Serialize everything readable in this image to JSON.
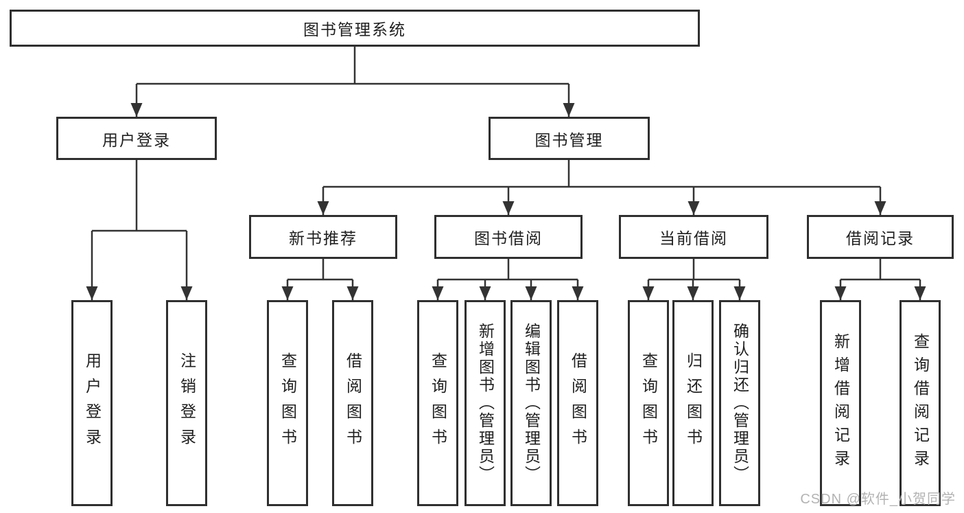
{
  "diagram": {
    "type": "tree",
    "orientation": "top-down",
    "tree": {
      "label": "图书管理系统",
      "children": [
        {
          "label": "用户登录",
          "children": [
            {
              "label": "用户登录"
            },
            {
              "label": "注销登录"
            }
          ]
        },
        {
          "label": "图书管理",
          "children": [
            {
              "label": "新书推荐",
              "children": [
                {
                  "label": "查询图书"
                },
                {
                  "label": "借阅图书"
                }
              ]
            },
            {
              "label": "图书借阅",
              "children": [
                {
                  "label": "查询图书"
                },
                {
                  "label": "新增图书（管理员）"
                },
                {
                  "label": "编辑图书（管理员）"
                },
                {
                  "label": "借阅图书"
                }
              ]
            },
            {
              "label": "当前借阅",
              "children": [
                {
                  "label": "查询图书"
                },
                {
                  "label": "归还图书"
                },
                {
                  "label": "确认归还（管理员）"
                }
              ]
            },
            {
              "label": "借阅记录",
              "children": [
                {
                  "label": "新增借阅记录"
                },
                {
                  "label": "查询借阅记录"
                }
              ]
            }
          ]
        }
      ]
    },
    "colors": {
      "background": "#ffffff",
      "box_border": "#2f2f2f",
      "line": "#333333",
      "text": "#1f1f1f",
      "watermark": "#b3b3b3"
    }
  },
  "watermark": {
    "text": "CSDN @软件_小贺同学"
  }
}
